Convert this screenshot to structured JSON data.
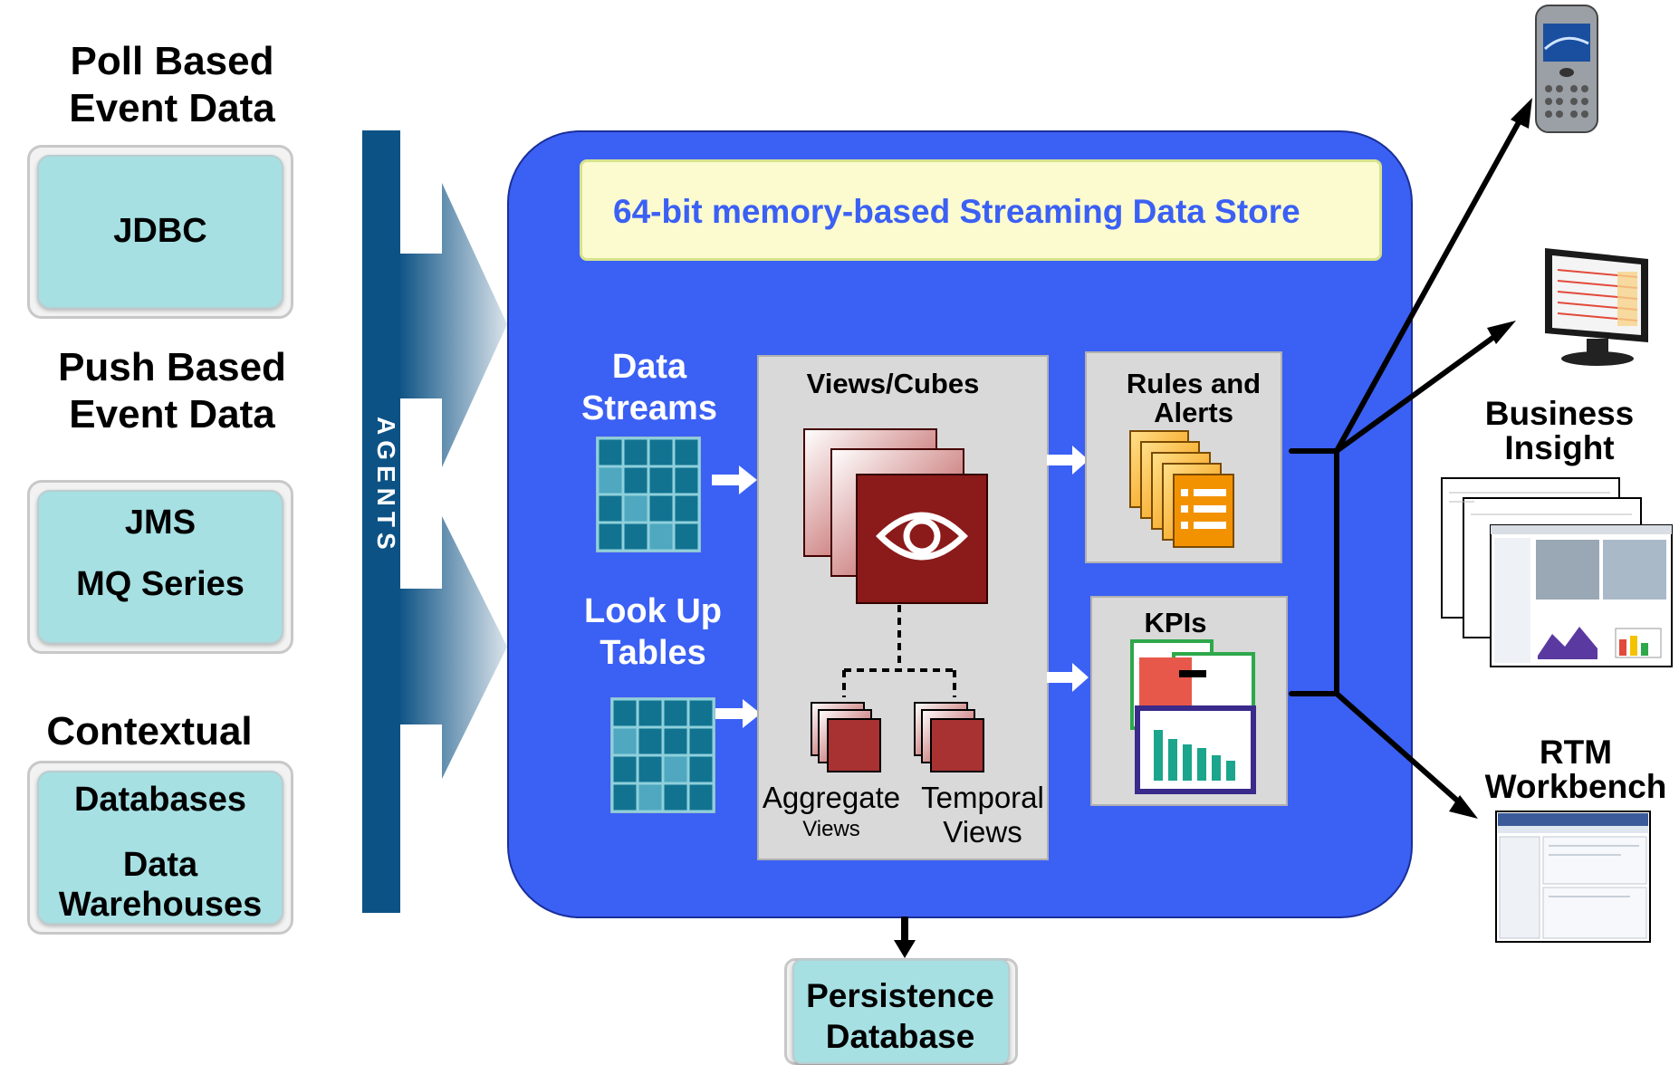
{
  "sources": {
    "poll_header": "Poll Based\nEvent Data",
    "poll_items": [
      "JDBC"
    ],
    "push_header": "Push Based\nEvent Data",
    "push_items": [
      "JMS",
      "MQ Series"
    ],
    "context_header": "Contextual Data",
    "context_items": [
      "Databases",
      "Data\nWarehouses"
    ]
  },
  "agents_label": "AGENTS",
  "store_title": "64-bit memory-based Streaming Data Store",
  "inputs": {
    "data_streams": "Data\nStreams",
    "lookup_tables": "Look Up\nTables"
  },
  "views": {
    "title": "Views/Cubes",
    "aggregate_big": "Aggregate",
    "aggregate_small": "Views",
    "temporal": "Temporal\nViews"
  },
  "rules_title": "Rules and\nAlerts",
  "kpis_title": "KPIs",
  "persistence": "Persistence\nDatabase",
  "outputs": {
    "business_insight": "Business\nInsight",
    "rtm_workbench": "RTM\nWorkbench"
  },
  "colors": {
    "main_panel": "#3b60f4",
    "agents_bar": "#0d5285",
    "source_box": "#a6e0e3",
    "store_box": "#fbfbcf",
    "cube_red": "#8b1a1a",
    "grid_teal": "#127391"
  }
}
